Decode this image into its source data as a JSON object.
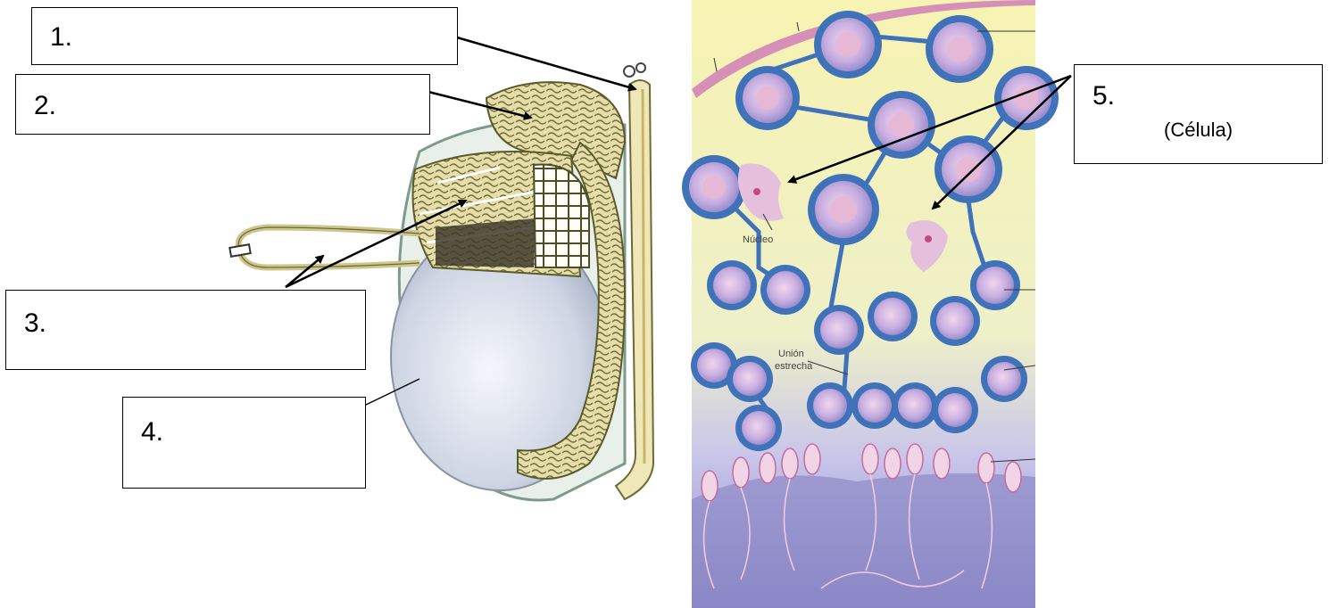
{
  "labels": [
    {
      "id": 1,
      "number": "1."
    },
    {
      "id": 2,
      "number": "2."
    },
    {
      "id": 3,
      "number": "3."
    },
    {
      "id": 4,
      "number": "4."
    },
    {
      "id": 5,
      "number": "5.",
      "hint": "(Célula)"
    }
  ],
  "micrograph_labels": {
    "nucleus": "Núcleo",
    "tight_junction_line1": "Unión",
    "tight_junction_line2": "estrecha"
  },
  "colors": {
    "tubule_fill": "#e4dba6",
    "tubule_stroke": "#7a7a3c",
    "testis_fill": "#dfe4ee",
    "micrograph_bg": "#f4f0a6",
    "cell_ring": "#3f72b8",
    "cell_body": "#b9a2cf",
    "nucleus": "#e6b8d6",
    "lumen": "#8a86c4",
    "membrane": "#d68fb6"
  }
}
